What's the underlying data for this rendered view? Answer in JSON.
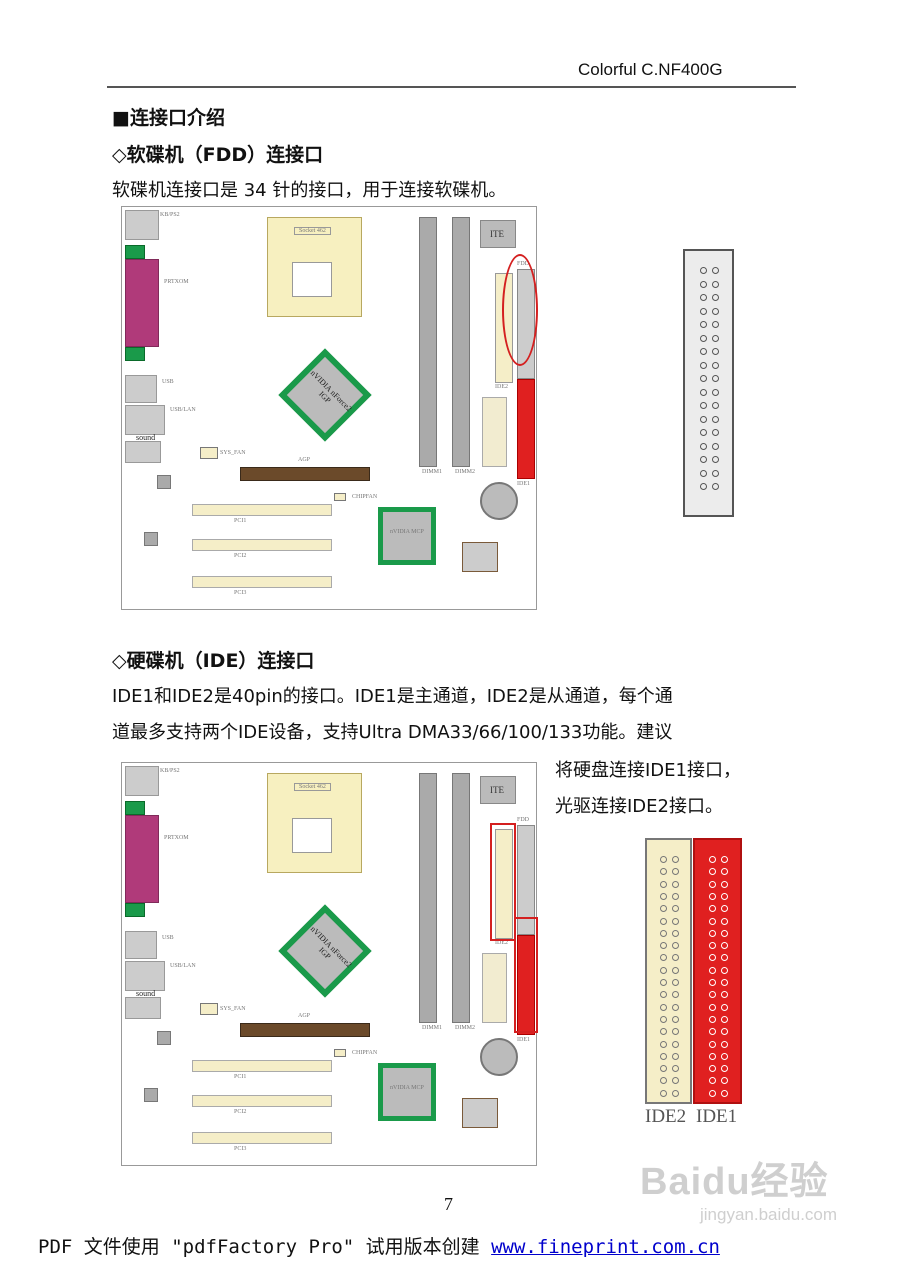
{
  "header": {
    "product": "Colorful C.NF400G"
  },
  "section_title": "■连接口介绍",
  "fdd": {
    "title": "◇软碟机（FDD）连接口",
    "desc": "软碟机连接口是 34 针的接口，用于连接软碟机。"
  },
  "ide": {
    "title": "◇硬碟机（IDE）连接口",
    "desc_line1": "IDE1和IDE2是40pin的接口。IDE1是主通道，IDE2是从通道，每个通",
    "desc_line2": "道最多支持两个IDE设备，支持Ultra  DMA33/66/100/133功能。建议",
    "desc_line3": "将硬盘连接IDE1接口，",
    "desc_line4": "光驱连接IDE2接口。",
    "label_ide2": "IDE2",
    "label_ide1": "IDE1"
  },
  "board_labels": {
    "kbps2": "KB/PS2",
    "prtxom": "PRTXOM",
    "usb": "USB",
    "usblan": "USB/LAN",
    "sound": "sound",
    "sys_fan": "SYS_FAN",
    "agp": "AGP",
    "chipfan": "CHIPFAN",
    "pci1": "PCI1",
    "pci2": "PCI2",
    "pci3": "PCI3",
    "chip_main": "nVIDIA nForce2 IGP",
    "chip_south": "nVIDIA MCP",
    "ite": "ITE",
    "socket": "Socket 462",
    "dimm1": "DIMM1",
    "dimm2": "DIMM2",
    "ide1": "IDE1",
    "ide2": "IDE2",
    "fdd": "FDD"
  },
  "colors": {
    "ide1": "#e02020",
    "ide2_fdd": "#f5eec8",
    "chip_green": "#1a9a4a",
    "prt": "#b03a7a",
    "highlight": "#d42020"
  },
  "page_number": "7",
  "footer": {
    "text": "PDF 文件使用 \"pdfFactory Pro\" 试用版本创建 ",
    "link": "www.fineprint.com.cn"
  },
  "watermark": {
    "brand": "Baidu经验",
    "url": "jingyan.baidu.com"
  }
}
